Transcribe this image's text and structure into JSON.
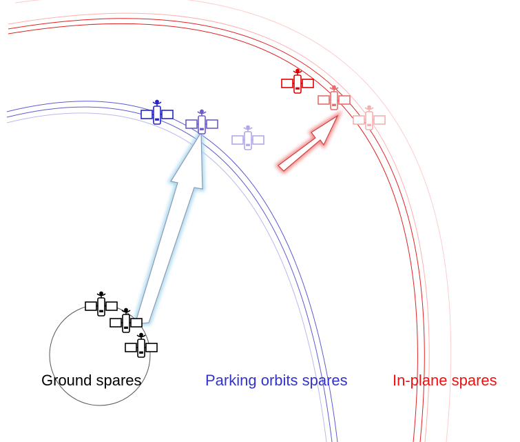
{
  "labels": {
    "ground": "Ground spares",
    "parking": "Parking orbits spares",
    "inplane": "In-plane spares"
  },
  "colors": {
    "ground": "#000000",
    "parking": "#3333cc",
    "inplane": "#ee1111",
    "parking_orbit_line": "#7a7ad8",
    "inplane_orbit_line": "#e03030",
    "arrow_glow_blue": "#a8d8ec",
    "arrow_glow_red": "#f07878"
  },
  "icons": {
    "satellite": "satellite-icon",
    "transfer_arrow": "transfer-arrow-icon"
  }
}
